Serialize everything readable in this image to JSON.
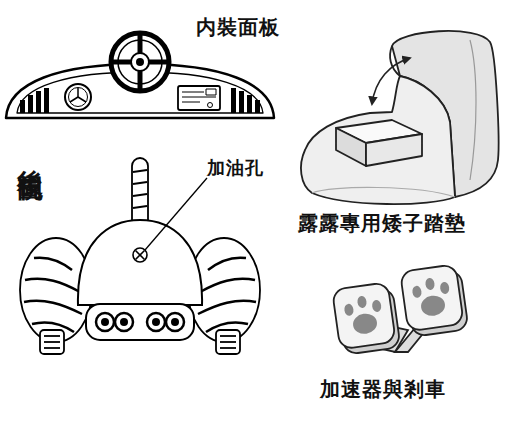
{
  "diagram": {
    "labels": [
      "内裝面板",
      "後視圖",
      "加油孔",
      "露露專用矮子踏墊",
      "加速器與剎車"
    ]
  }
}
